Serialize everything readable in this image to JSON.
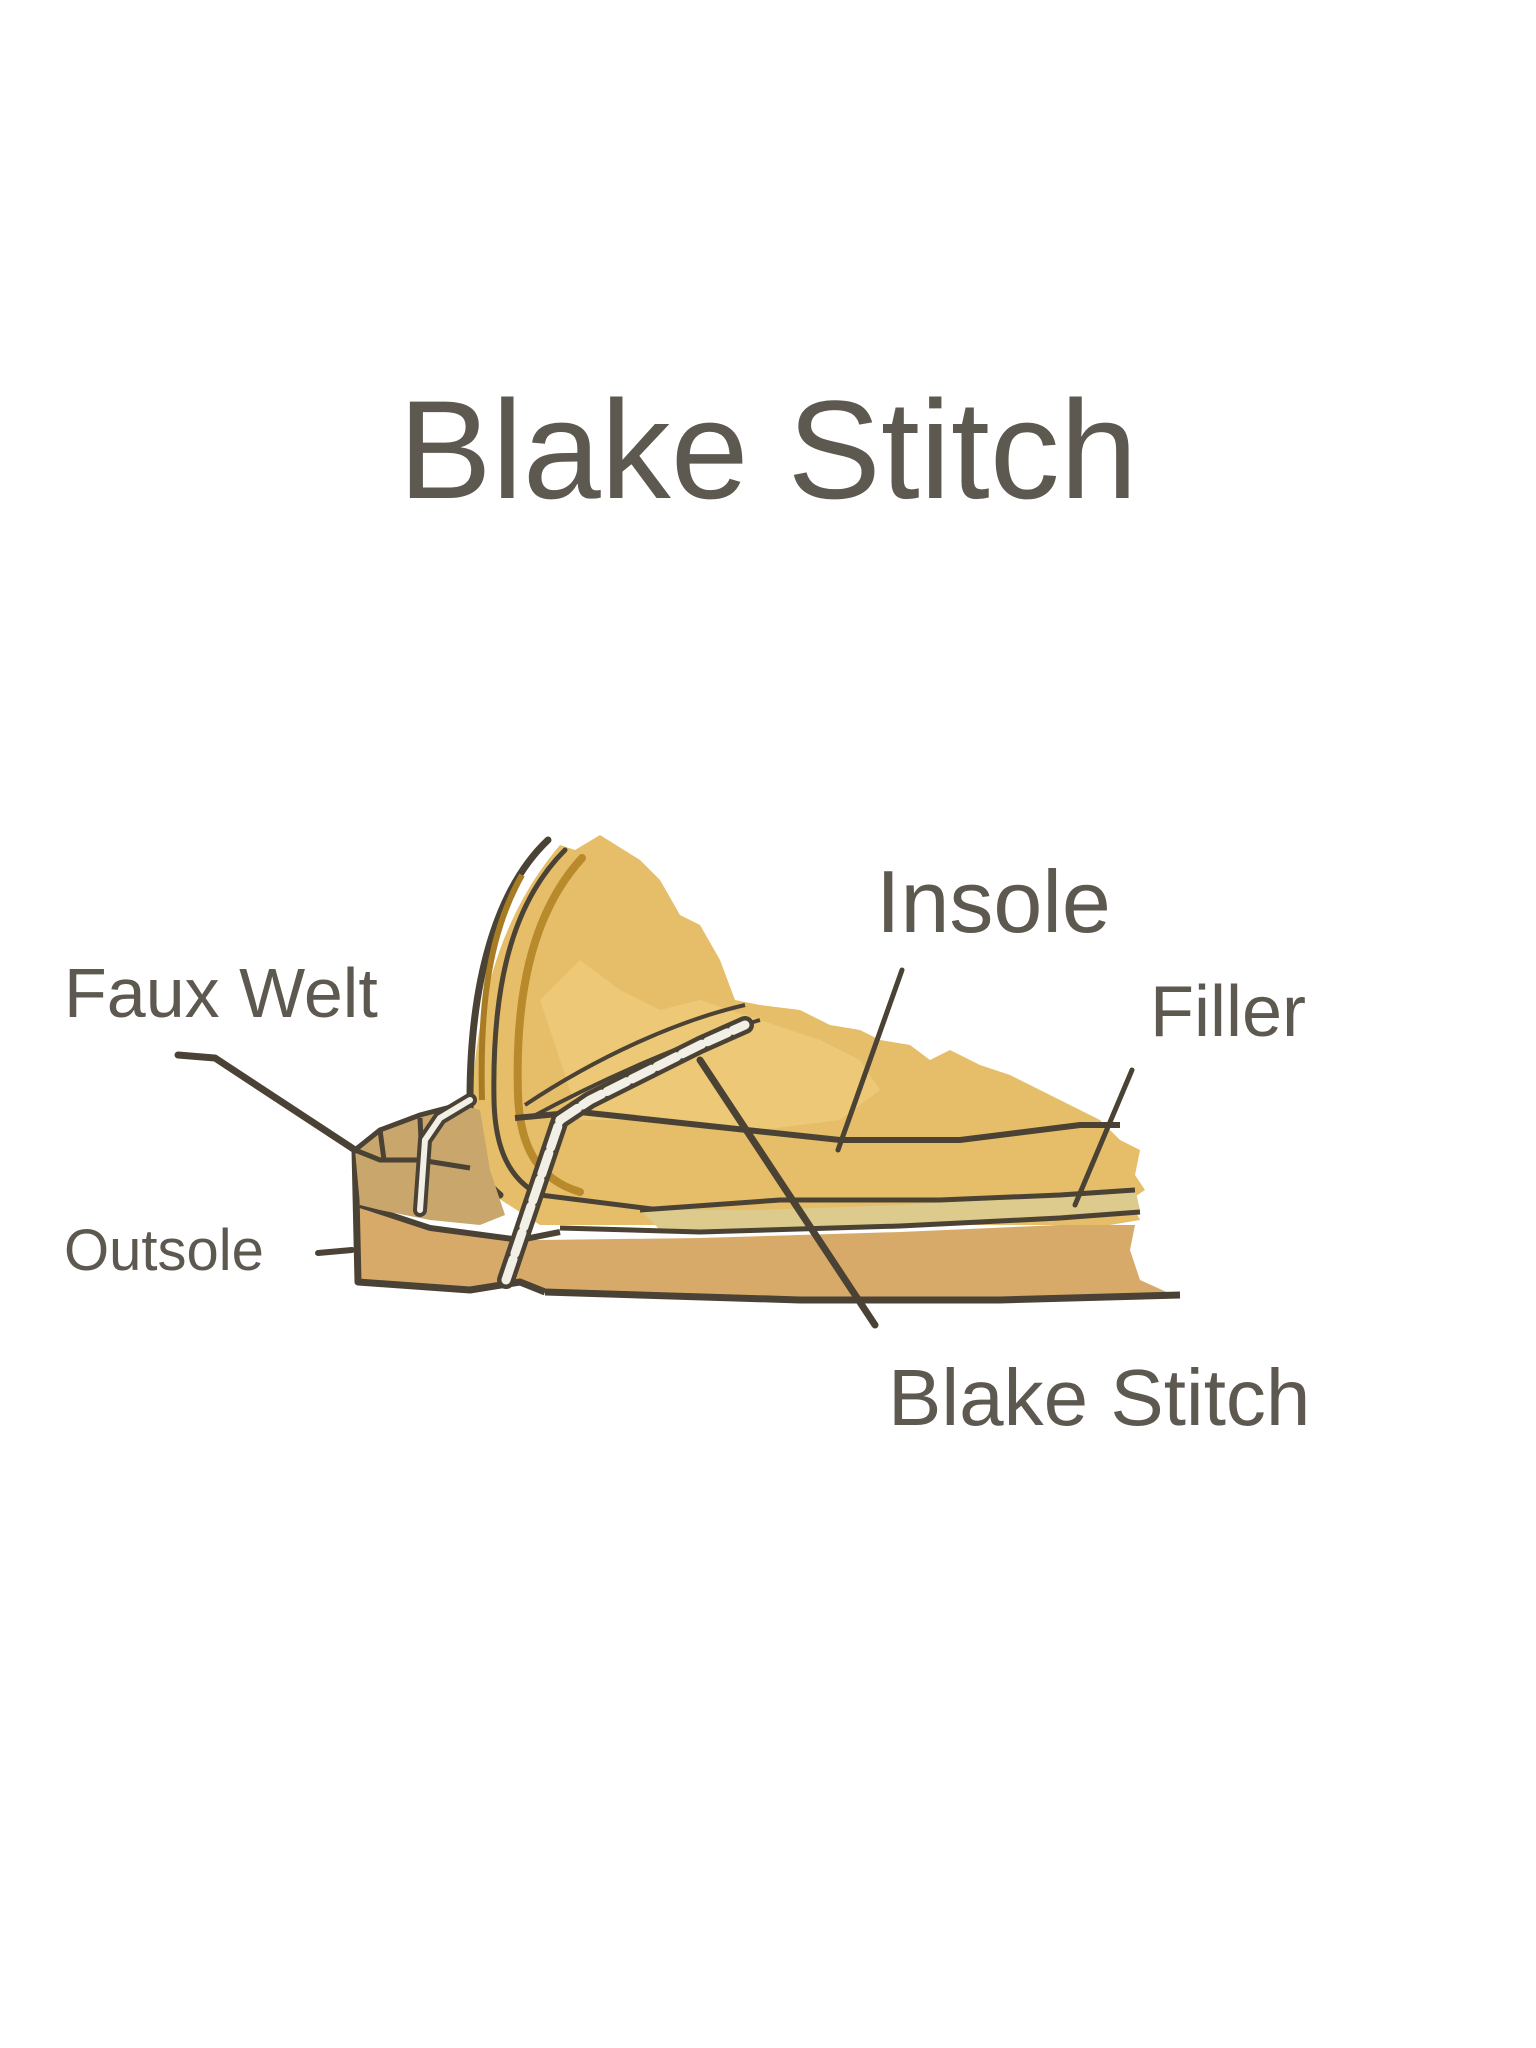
{
  "title": "Blake Stitch",
  "labels": {
    "faux_welt": "Faux Welt",
    "outsole": "Outsole",
    "insole": "Insole",
    "filler": "Filler",
    "blake_stitch": "Blake Stitch"
  },
  "colors": {
    "text": "#5e5950",
    "outline": "#4a4234",
    "upper_leather": "#deb04e",
    "upper_light": "#ecc978",
    "outsole": "#d9ae6a",
    "welt": "#c9a66c",
    "filler": "#dccb8c",
    "thread": "#f2efe6"
  }
}
